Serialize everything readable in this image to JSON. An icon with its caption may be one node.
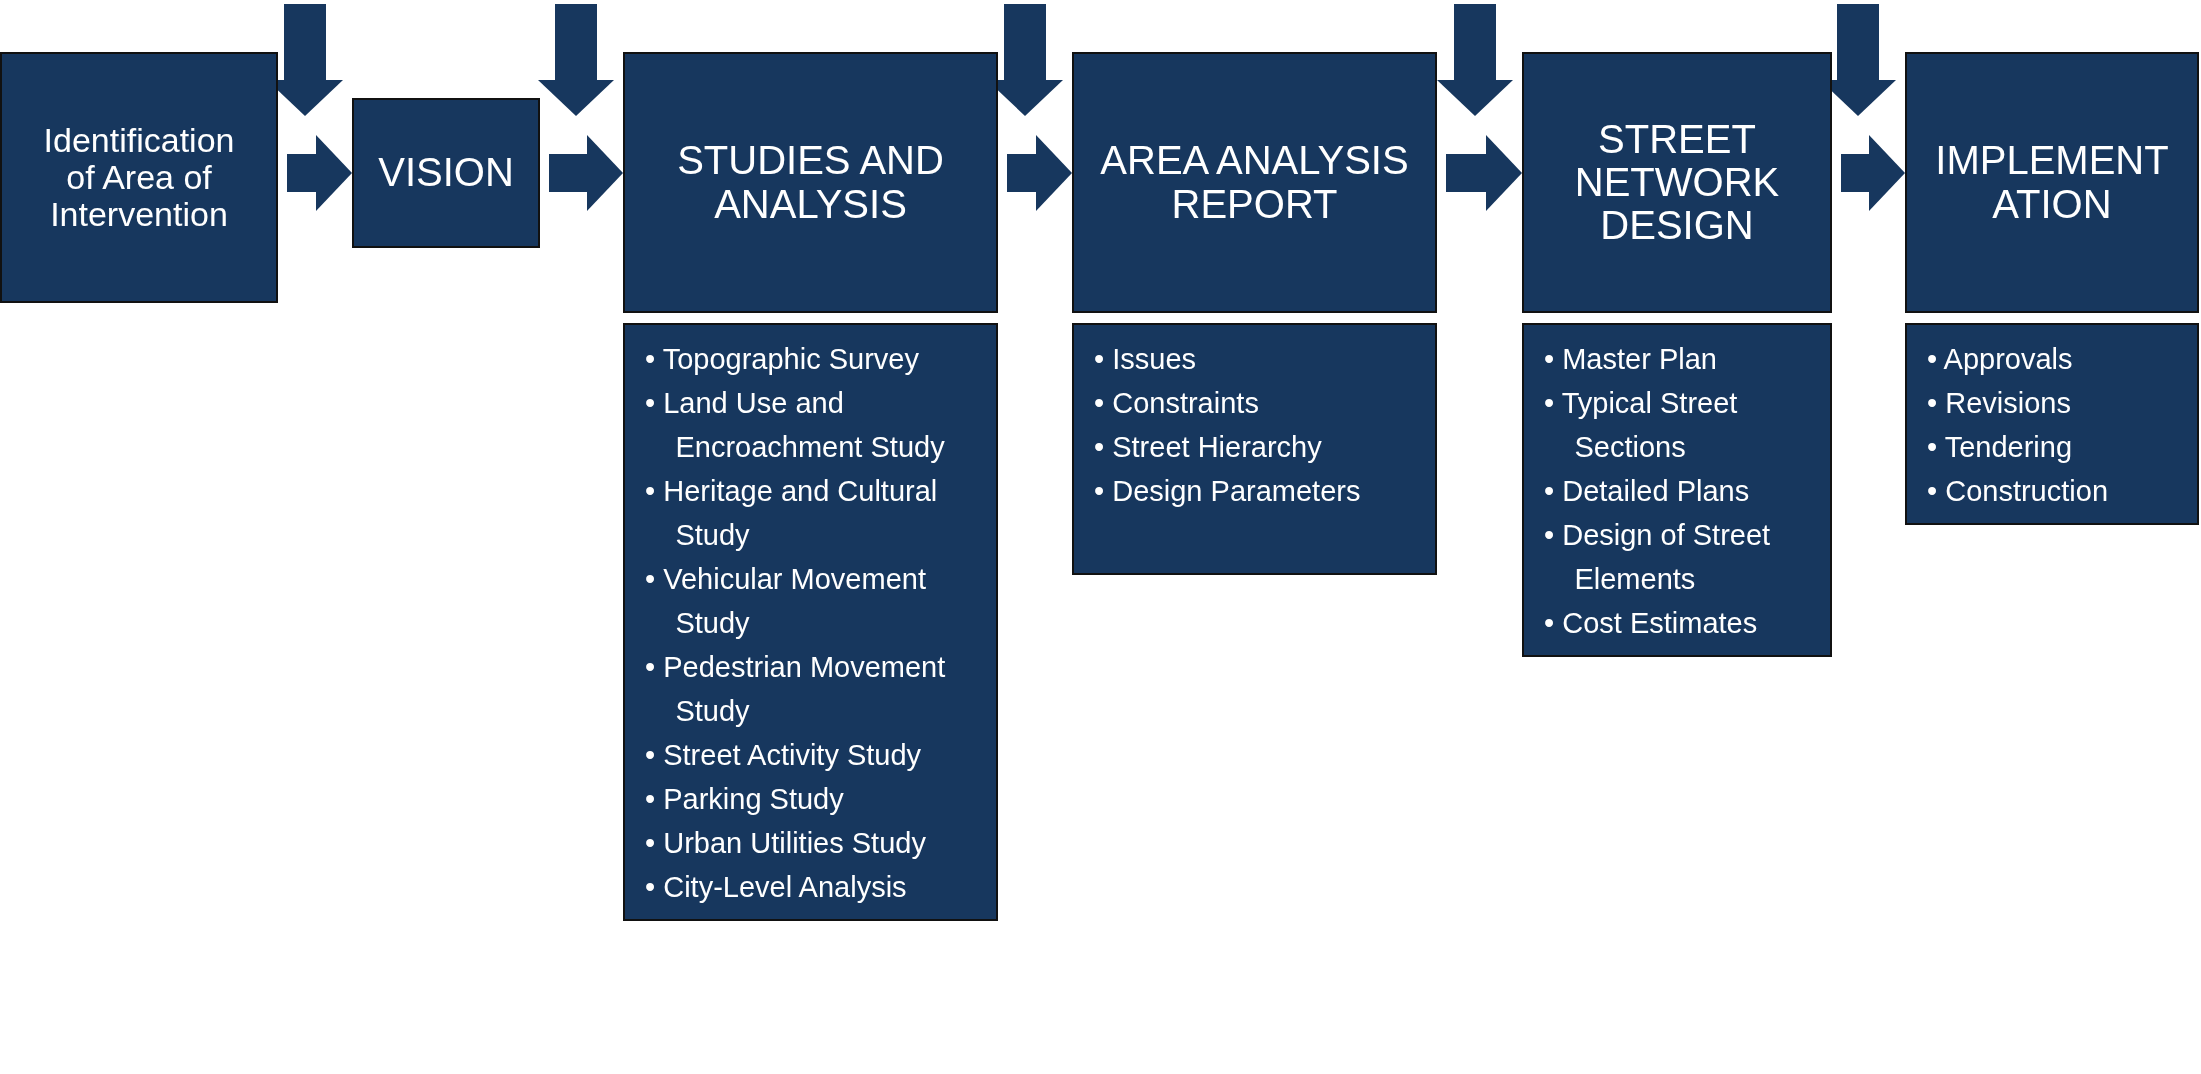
{
  "diagram": {
    "nodes": [
      {
        "text": [
          "Identification of Area of Intervention"
        ]
      },
      {
        "text": [
          "VISION"
        ]
      },
      {
        "text": [
          "STUDIES AND ANALYSIS"
        ]
      },
      {
        "text": [
          "• Topographic Survey",
          "• Land Use and Encroachment Study",
          "• Heritage and Cultural Study",
          "• Vehicular Movement Study",
          "• Pedestrian Movement Study",
          "• Street Activity Study",
          "• Parking Study",
          "• Urban Utilities Study",
          "• City-Level Analysis"
        ]
      },
      {
        "text": [
          "AREA ANALYSIS REPORT"
        ]
      },
      {
        "text": [
          "• Issues",
          "• Constraints",
          "• Street Hierarchy",
          "• Design Parameters"
        ]
      },
      {
        "text": [
          "STREET NETWORK DESIGN"
        ]
      },
      {
        "text": [
          "• Master Plan",
          "• Typical Street Sections",
          "• Detailed Plans",
          "• Design of Street Elements",
          "• Cost Estimates"
        ]
      },
      {
        "text": [
          "IMPLEMENT ATION"
        ]
      },
      {
        "text": [
          "• Approvals",
          "• Revisions",
          "• Tendering",
          "• Construction"
        ]
      }
    ],
    "edges": [
      {
        "from": 0,
        "to": 1,
        "arrow": "to"
      },
      {
        "from": 1,
        "to": 2,
        "arrow": "to"
      },
      {
        "from": 2,
        "to": 4,
        "arrow": "to"
      },
      {
        "from": 4,
        "to": 6,
        "arrow": "to"
      },
      {
        "from": 6,
        "to": 8,
        "arrow": "to"
      },
      {
        "from": null,
        "to": 1,
        "arrow": "to"
      },
      {
        "from": null,
        "to": 2,
        "arrow": "to"
      },
      {
        "from": null,
        "to": 4,
        "arrow": "to"
      },
      {
        "from": null,
        "to": 6,
        "arrow": "to"
      },
      {
        "from": null,
        "to": 8,
        "arrow": "to"
      }
    ]
  }
}
